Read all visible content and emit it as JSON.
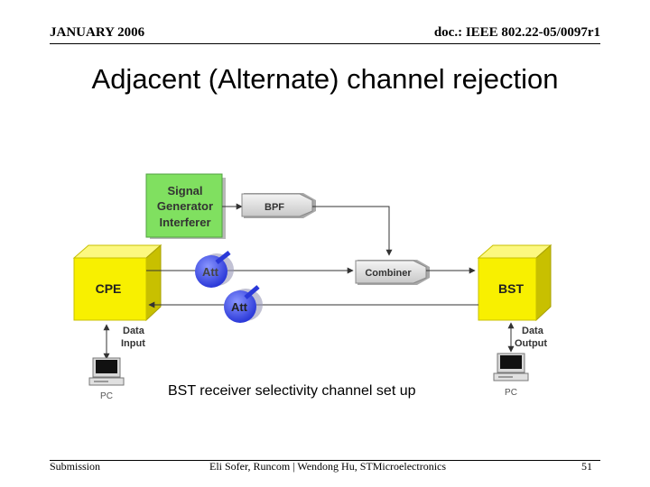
{
  "header": {
    "date": "JANUARY 2006",
    "doc_id": "doc.: IEEE 802.22-05/0097r1"
  },
  "title": "Adjacent (Alternate) channel rejection",
  "diagram": {
    "signal_generator": [
      "Signal",
      "Generator",
      "Interferer"
    ],
    "bpf": "BPF",
    "combiner": "Combiner",
    "att_top": "Att",
    "att_bottom": "Att",
    "cpe": "CPE",
    "bst": "BST",
    "data_input": [
      "Data",
      "Input"
    ],
    "data_output": [
      "Data",
      "Output"
    ],
    "pc_left": "PC",
    "pc_right": "PC",
    "caption": "BST receiver selectivity channel set up"
  },
  "footer": {
    "left": "Submission",
    "middle": "Eli Sofer, Runcom  |  Wendong Hu, STMicroelectronics",
    "page": "51"
  },
  "colors": {
    "sg_green": "#80e060",
    "box_yellow": "#f8f000",
    "att_blue": "#5060f0"
  }
}
